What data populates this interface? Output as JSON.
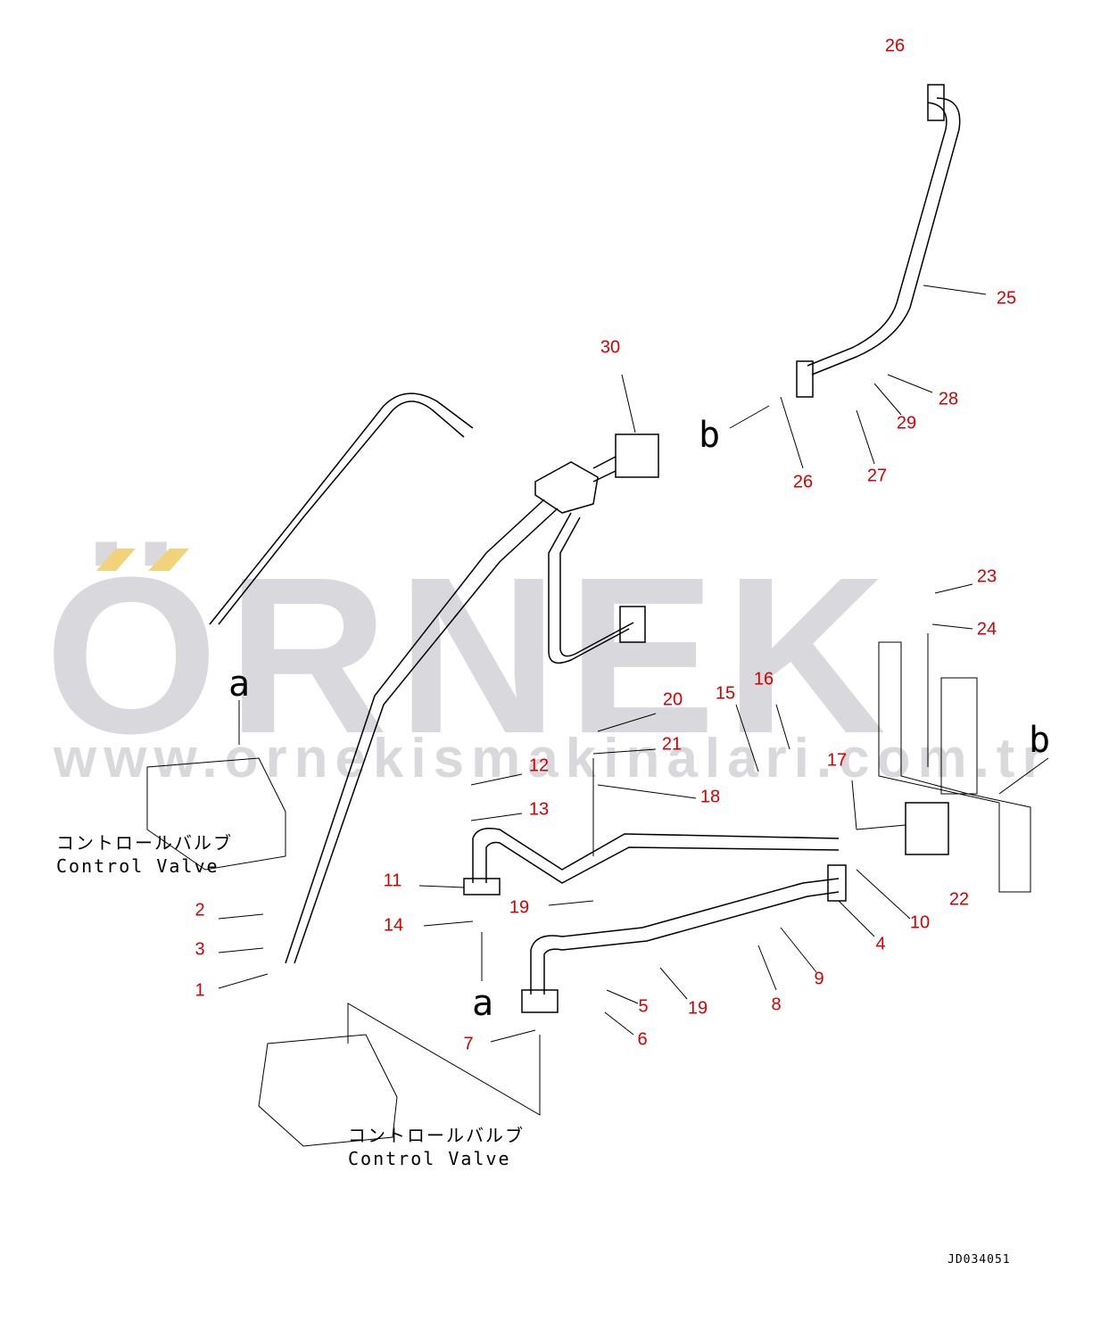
{
  "watermark": {
    "logo": "ÖRNEK",
    "url": "www.ornekismakinalari.com.tr",
    "accent_color": "#f2d27a"
  },
  "drawing_code": "JD034051",
  "control_valve_labels": [
    {
      "jp": "コントロールバルブ",
      "en": "Control Valve"
    },
    {
      "jp": "コントロールバルブ",
      "en": "Control Valve"
    }
  ],
  "view_letters": [
    "a",
    "a",
    "b",
    "b"
  ],
  "part_numbers": [
    "26",
    "25",
    "28",
    "29",
    "26",
    "27",
    "30",
    "23",
    "24",
    "20",
    "16",
    "15",
    "21",
    "17",
    "12",
    "13",
    "18",
    "22",
    "11",
    "19",
    "10",
    "14",
    "4",
    "2",
    "3",
    "1",
    "9",
    "5",
    "19",
    "8",
    "6",
    "7"
  ],
  "colors": {
    "callout": "#d40000",
    "line": "#000000"
  }
}
